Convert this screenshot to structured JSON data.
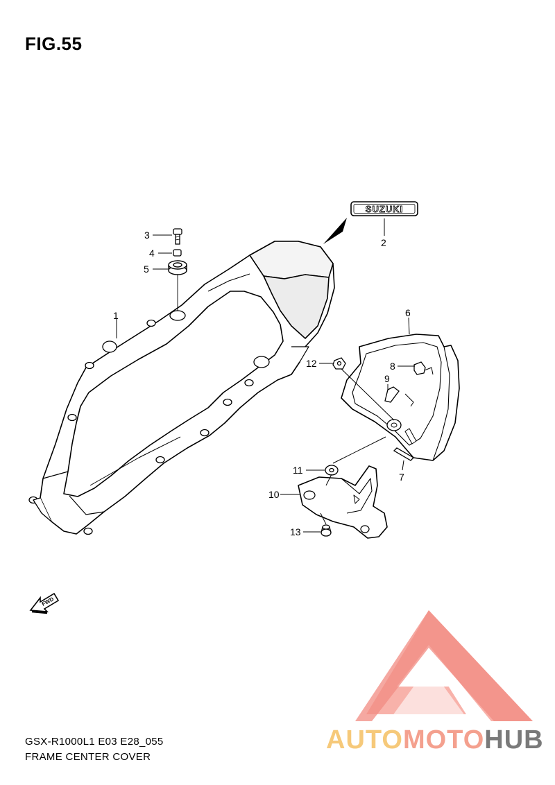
{
  "figure": {
    "title": "FIG.55"
  },
  "caption": {
    "model_code": "GSX-R1000L1  E03  E28_055",
    "name": "FRAME CENTER COVER"
  },
  "emblem": {
    "text": "SUZUKI"
  },
  "fwd_arrow": {
    "text": "FWD"
  },
  "callouts": [
    {
      "id": "c1",
      "number": "1"
    },
    {
      "id": "c2",
      "number": "2"
    },
    {
      "id": "c3",
      "number": "3"
    },
    {
      "id": "c4",
      "number": "4"
    },
    {
      "id": "c5",
      "number": "5"
    },
    {
      "id": "c6",
      "number": "6"
    },
    {
      "id": "c7",
      "number": "7"
    },
    {
      "id": "c8",
      "number": "8"
    },
    {
      "id": "c9",
      "number": "9"
    },
    {
      "id": "c10",
      "number": "10"
    },
    {
      "id": "c11",
      "number": "11"
    },
    {
      "id": "c12",
      "number": "12"
    },
    {
      "id": "c13",
      "number": "13"
    }
  ],
  "watermark": {
    "part1": "AUTO",
    "part2": "MOTO",
    "part3": "HUB",
    "colors": {
      "auto": "#f6c97a",
      "moto": "#f4a08e",
      "hub": "#7a7a7a",
      "triangle": "#f28b82"
    }
  }
}
